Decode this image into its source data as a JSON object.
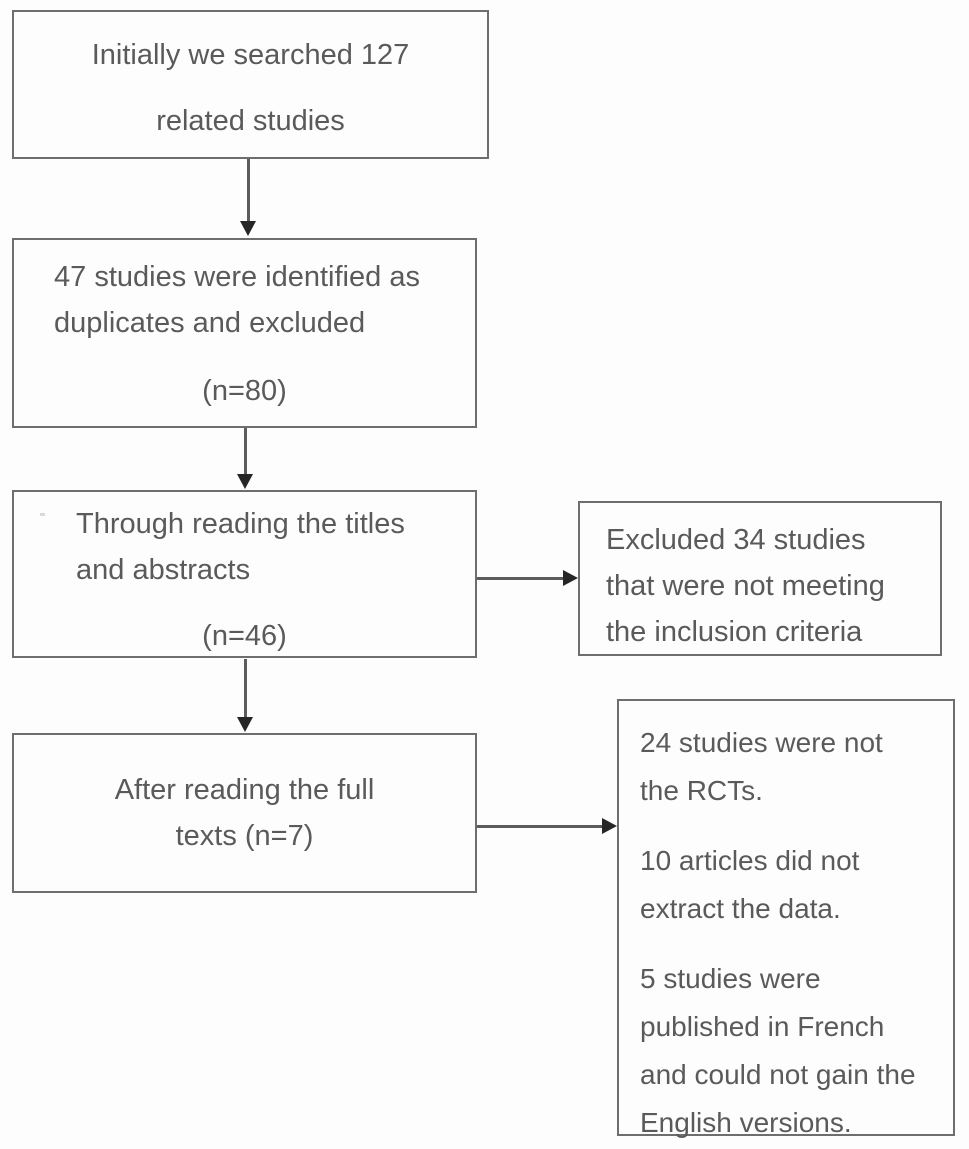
{
  "diagram": {
    "title": "Study selection flow diagram",
    "type": "prisma-flowchart",
    "colors": {
      "box_border": "#6e6e6e",
      "text": "#5a5a5a",
      "arrow_line": "#5c5c5c",
      "arrow_head": "#262626",
      "background": "#fdfdfd"
    }
  },
  "boxes": {
    "initial_search": {
      "lines": [
        "Initially we searched 127",
        "related studies"
      ],
      "align": "center"
    },
    "duplicates": {
      "lines": [
        "47 studies were identified as",
        "duplicates and excluded"
      ],
      "count_label": "(n=80)",
      "align": "left"
    },
    "titles_abstracts": {
      "lines": [
        "Through reading the titles",
        "and abstracts"
      ],
      "count_label": "(n=46)",
      "align": "left"
    },
    "full_texts": {
      "lines": [
        "After reading the full",
        "texts (n=7)"
      ],
      "align": "center"
    },
    "excluded_34": {
      "lines": [
        "Excluded 34 studies",
        "that were not meeting",
        "the inclusion criteria"
      ],
      "align": "left"
    },
    "exclusion_reasons": {
      "paragraphs": [
        {
          "lines": [
            "24 studies were not",
            "the RCTs."
          ]
        },
        {
          "lines": [
            "10 articles did not",
            "extract the data."
          ]
        },
        {
          "lines": [
            "5 studies were",
            "published in French",
            "and could not gain the",
            "English versions."
          ]
        }
      ],
      "align": "left"
    }
  },
  "connectors": [
    {
      "name": "arrow-search-to-duplicates",
      "direction": "down",
      "from": "initial_search",
      "to": "duplicates"
    },
    {
      "name": "arrow-duplicates-to-titles",
      "direction": "down",
      "from": "duplicates",
      "to": "titles_abstracts"
    },
    {
      "name": "arrow-titles-to-fulltexts",
      "direction": "down",
      "from": "titles_abstracts",
      "to": "full_texts"
    },
    {
      "name": "arrow-titles-to-excluded",
      "direction": "right",
      "from": "titles_abstracts",
      "to": "excluded_34"
    },
    {
      "name": "arrow-fulltexts-to-reasons",
      "direction": "right",
      "from": "full_texts",
      "to": "exclusion_reasons"
    }
  ]
}
